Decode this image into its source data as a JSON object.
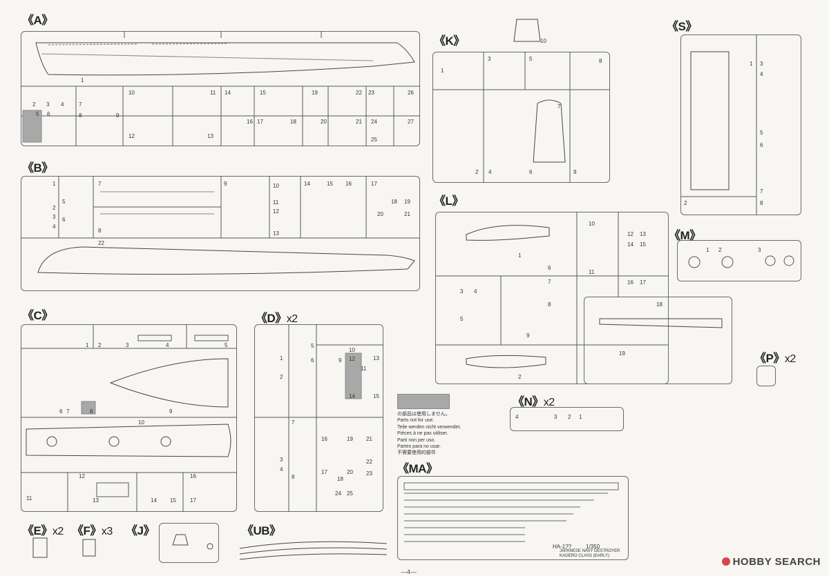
{
  "labels": {
    "A": "《A》",
    "B": "《B》",
    "C": "《C》",
    "D": "《D》",
    "D_mult": "x2",
    "E": "《E》",
    "E_mult": "x2",
    "F": "《F》",
    "F_mult": "x3",
    "J": "《J》",
    "UB": "《UB》",
    "K": "《K》",
    "L": "《L》",
    "S": "《S》",
    "M": "《M》",
    "MA": "《MA》",
    "N": "《N》",
    "N_mult": "x2",
    "P": "《P》",
    "P_mult": "x2"
  },
  "notice": {
    "lines": [
      "の部品は使用しません。",
      "Parts not for use.",
      "Teile werden nicht verwendet.",
      "Pièces à ne pas utiliser.",
      "Parti non per uso.",
      "Partes para no usar.",
      "不需要使用的部件"
    ]
  },
  "etch": {
    "code": "HA-1??",
    "scale": "1/350",
    "title1": "JAPANESE NAVY DESTROYER",
    "title2": "KAGERO CLASS (EARLY)"
  },
  "watermark": "HOBBY SEARCH",
  "page_number": "—4—",
  "parts": {
    "A": [
      "1",
      "2",
      "3",
      "4",
      "5",
      "6",
      "7",
      "8",
      "9",
      "10",
      "11",
      "12",
      "13",
      "14",
      "15",
      "16",
      "17",
      "18",
      "19",
      "20",
      "21",
      "22",
      "23",
      "24",
      "25",
      "26",
      "27"
    ],
    "B": [
      "1",
      "2",
      "3",
      "4",
      "5",
      "6",
      "7",
      "8",
      "9",
      "10",
      "11",
      "12",
      "13",
      "14",
      "15",
      "16",
      "17",
      "18",
      "19",
      "20",
      "21",
      "22"
    ],
    "C": [
      "1",
      "2",
      "3",
      "4",
      "5",
      "6",
      "7",
      "8",
      "9",
      "10",
      "11",
      "12",
      "13",
      "14",
      "15",
      "16",
      "17"
    ],
    "D": [
      "1",
      "2",
      "3",
      "4",
      "5",
      "6",
      "7",
      "8",
      "9",
      "10",
      "11",
      "12",
      "13",
      "14",
      "15",
      "16",
      "17",
      "18",
      "19",
      "20",
      "21",
      "22",
      "23",
      "24",
      "25"
    ],
    "K": [
      "1",
      "2",
      "3",
      "4",
      "5",
      "6",
      "7",
      "8",
      "9",
      "10"
    ],
    "L": [
      "1",
      "2",
      "3",
      "4",
      "5",
      "6",
      "7",
      "8",
      "9",
      "10",
      "11",
      "12",
      "13",
      "14",
      "15",
      "16",
      "17",
      "18",
      "19"
    ],
    "S": [
      "1",
      "2",
      "3",
      "4",
      "5",
      "6",
      "7",
      "8"
    ],
    "M": [
      "1",
      "2",
      "3"
    ],
    "N": [
      "1",
      "2",
      "3",
      "4"
    ]
  },
  "colors": {
    "sprue": "#6a6a6a",
    "unused": "#a8a8a8",
    "brand": "#d64550"
  }
}
